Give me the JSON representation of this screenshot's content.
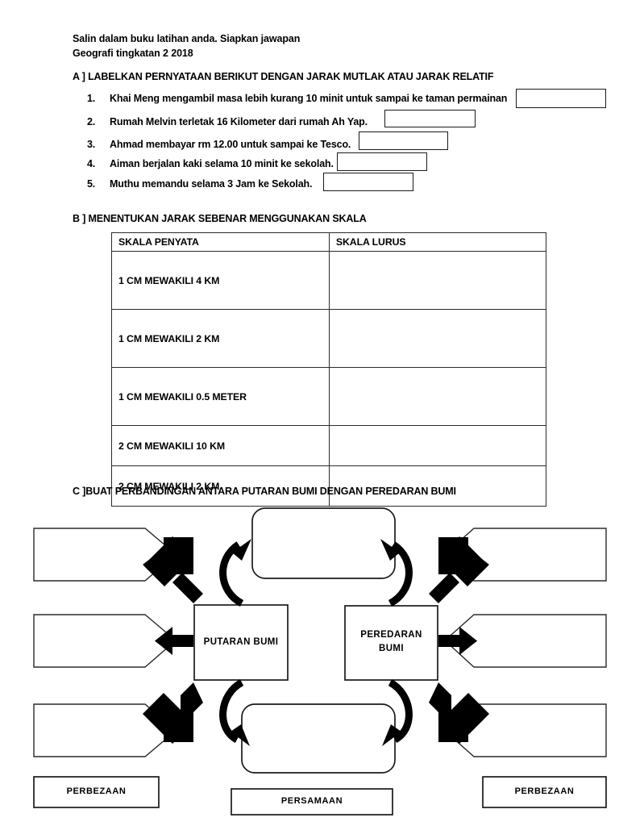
{
  "header": {
    "line1": "Salin dalam buku latihan anda. Siapkan jawapan",
    "line2": "Geografi tingkatan 2 2018"
  },
  "section_a": {
    "heading": "A ] LABELKAN PERNYATAAN BERIKUT DENGAN JARAK MUTLAK ATAU JARAK RELATIF",
    "items": [
      {
        "num": "1.",
        "text": "Khai Meng mengambil masa lebih kurang 10 minit untuk sampai ke taman permainan",
        "answer": ""
      },
      {
        "num": "2.",
        "text": "Rumah Melvin terletak 16 Kilometer dari rumah Ah Yap.",
        "answer": ""
      },
      {
        "num": "3.",
        "text": "Ahmad membayar rm 12.00 untuk sampai ke Tesco.",
        "answer": ""
      },
      {
        "num": "4.",
        "text": "Aiman berjalan kaki selama 10 minit ke sekolah.",
        "answer": ""
      },
      {
        "num": "5.",
        "text": "Muthu memandu selama 3 Jam ke Sekolah.",
        "answer": ""
      }
    ]
  },
  "section_b": {
    "heading": "B ] MENENTUKAN JARAK SEBENAR MENGGUNAKAN SKALA",
    "table": {
      "columns": [
        "SKALA PENYATA",
        "SKALA LURUS"
      ],
      "rows": [
        {
          "skala_penyata": "1 CM MEWAKILI 4 KM",
          "skala_lurus": ""
        },
        {
          "skala_penyata": "1 CM MEWAKILI 2 KM",
          "skala_lurus": ""
        },
        {
          "skala_penyata": "1 CM MEWAKILI 0.5 METER",
          "skala_lurus": ""
        },
        {
          "skala_penyata": "2 CM MEWAKILI 10 KM",
          "skala_lurus": ""
        },
        {
          "skala_penyata": "2 CM MEWAKILI 2 KM",
          "skala_lurus": ""
        }
      ]
    }
  },
  "section_c": {
    "heading": "C ]BUAT PERBANDINGAN ANTARA PUTARAN BUMI DENGAN PEREDARAN BUMI",
    "center_left": "PUTARAN BUMI",
    "center_right": "PEREDARAN\nBUMI",
    "shared_top": "",
    "shared_bottom": "",
    "left_boxes": [
      "",
      "",
      ""
    ],
    "right_boxes": [
      "",
      "",
      ""
    ],
    "bottom_left_label": "PERBEZAAN",
    "bottom_center_label": "PERSAMAAN",
    "bottom_right_label": "PERBEZAAN"
  },
  "colors": {
    "ink": "#000000",
    "rule": "#2b2b2b",
    "paper": "#ffffff"
  }
}
